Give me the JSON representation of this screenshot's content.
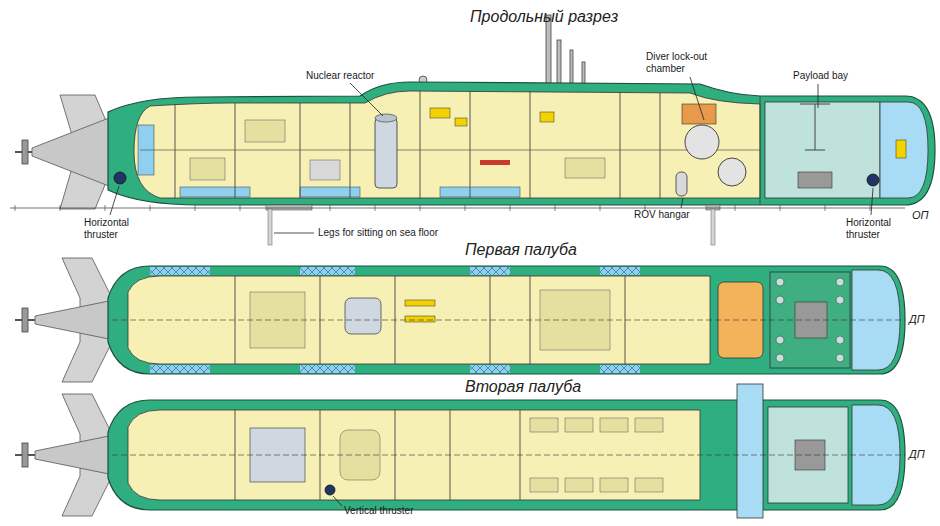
{
  "diagram": {
    "labels": [
      "Продольный разрез",
      "Nuclear reactor",
      "Diver lock-out chamber",
      "Payload bay",
      "Horizontal thruster",
      "Legs for sitting on sea floor",
      "ROV hangar",
      "Horizontal thruster",
      "ОП",
      "Первая палуба",
      "ДП",
      "Вторая палуба",
      "ДП",
      "Vertical thruster"
    ]
  }
}
